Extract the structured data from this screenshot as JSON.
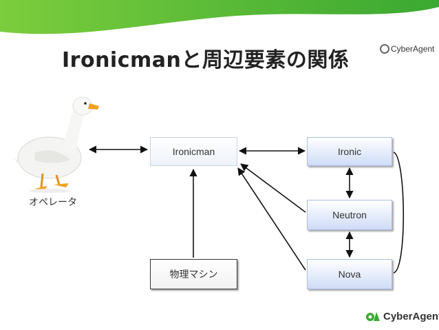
{
  "slide": {
    "title": "Ironicmanと周辺要素の関係",
    "logo_top_text": "CyberAgent",
    "logo_bottom_text": "CyberAgent"
  },
  "nodes": {
    "operator_label": "オペレータ",
    "ironicman": "Ironicman",
    "ironic": "Ironic",
    "neutron": "Neutron",
    "nova": "Nova",
    "physical": "物理マシン"
  },
  "colors": {
    "banner_green": "#3aa832",
    "banner_green_light": "#7ccd3d",
    "node_blue": "#cfdcf7",
    "logo_green": "#3aa832"
  },
  "icons": [
    "duck-image",
    "cyberagent-logo"
  ]
}
